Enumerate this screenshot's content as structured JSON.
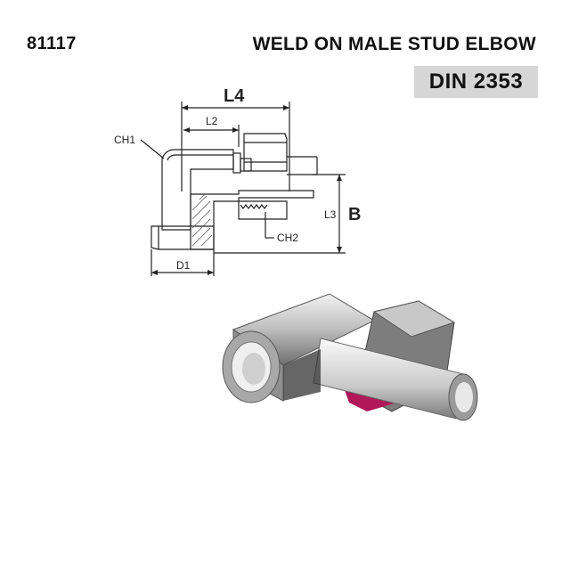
{
  "header": {
    "part_number": "81117",
    "title": "WELD ON MALE STUD ELBOW",
    "standard": "DIN 2353"
  },
  "drawing": {
    "labels": {
      "l4": "L4",
      "l2": "L2",
      "ch1": "CH1",
      "ch2": "CH2",
      "l3": "L3",
      "b": "B",
      "d1": "D1"
    }
  },
  "colors": {
    "line": "#222222",
    "badge_bg": "#d6d6d6",
    "metal_light": "#e4e4e4",
    "metal_dark": "#8a8a8a",
    "seal_red": "#b0185a",
    "seal_purple": "#5a2bd0"
  }
}
